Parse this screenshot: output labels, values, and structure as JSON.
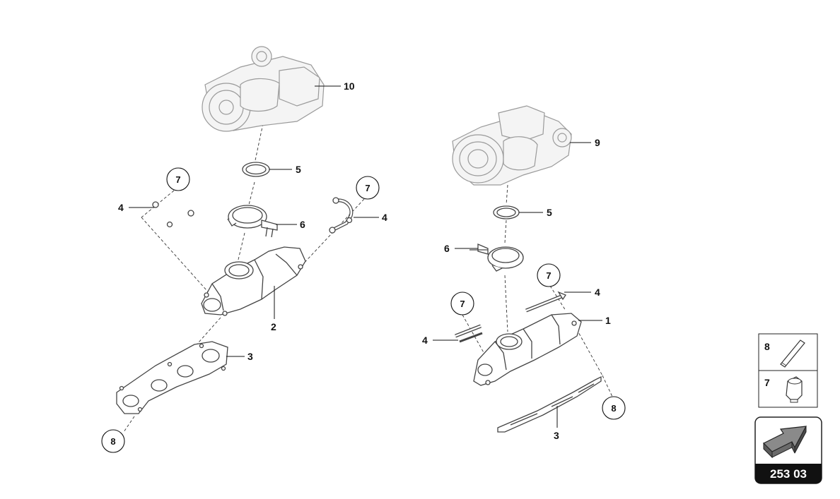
{
  "labels": {
    "left_turbo": "10",
    "left_ring": "5",
    "left_clamp": "6",
    "left_bracket_left": "4",
    "left_bracket_right": "4",
    "left_manifold": "2",
    "left_gasket": "3",
    "right_turbo": "9",
    "right_ring": "5",
    "right_clamp": "6",
    "right_bracket_top": "4",
    "right_bracket_left": "4",
    "right_manifold": "1",
    "right_gasket": "3"
  },
  "callouts": {
    "left_top_left": "7",
    "left_top_right": "7",
    "left_bottom": "8",
    "right_mid_upper": "7",
    "right_mid_left": "7",
    "right_bottom": "8"
  },
  "legend": {
    "items": [
      {
        "label": "8",
        "icon": "stud-icon"
      },
      {
        "label": "7",
        "icon": "nut-icon"
      }
    ]
  },
  "page_ref": "253 03"
}
